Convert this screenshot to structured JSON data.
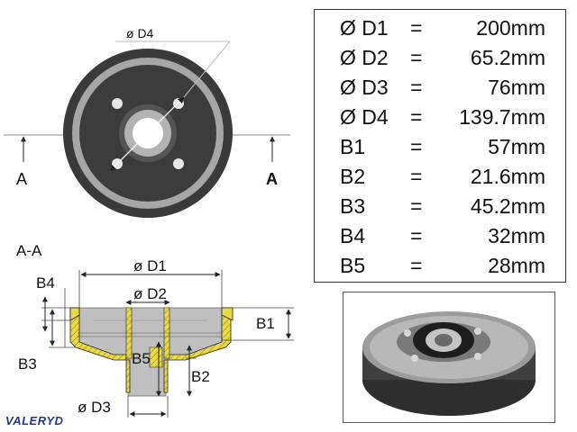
{
  "front_view": {
    "d4_label": "ø D4",
    "section_left": "A",
    "section_right": "A"
  },
  "section_view": {
    "title": "A-A",
    "d1_label": "ø D1",
    "d2_label": "ø D2",
    "d3_label": "ø D3",
    "b1_label": "B1",
    "b2_label": "B2",
    "b3_label": "B3",
    "b4_label": "B4",
    "b5_label": "B5"
  },
  "specs": [
    {
      "symbol": "Ø D1",
      "eq": "=",
      "value": "200mm"
    },
    {
      "symbol": "Ø D2",
      "eq": "=",
      "value": "65.2mm"
    },
    {
      "symbol": "Ø D3",
      "eq": "=",
      "value": "76mm"
    },
    {
      "symbol": "Ø D4",
      "eq": "=",
      "value": "139.7mm"
    },
    {
      "symbol": "B1",
      "eq": "=",
      "value": "57mm"
    },
    {
      "symbol": "B2",
      "eq": "=",
      "value": "21.6mm"
    },
    {
      "symbol": "B3",
      "eq": "=",
      "value": "45.2mm"
    },
    {
      "symbol": "B4",
      "eq": "=",
      "value": "32mm"
    },
    {
      "symbol": "B5",
      "eq": "=",
      "value": "28mm"
    }
  ],
  "brand": "VALERYD",
  "colors": {
    "drum_dark": "#3a3a3a",
    "drum_ring": "#a6a6a6",
    "section_fill": "#e8d84a",
    "brand_blue": "#1d3d8a"
  }
}
